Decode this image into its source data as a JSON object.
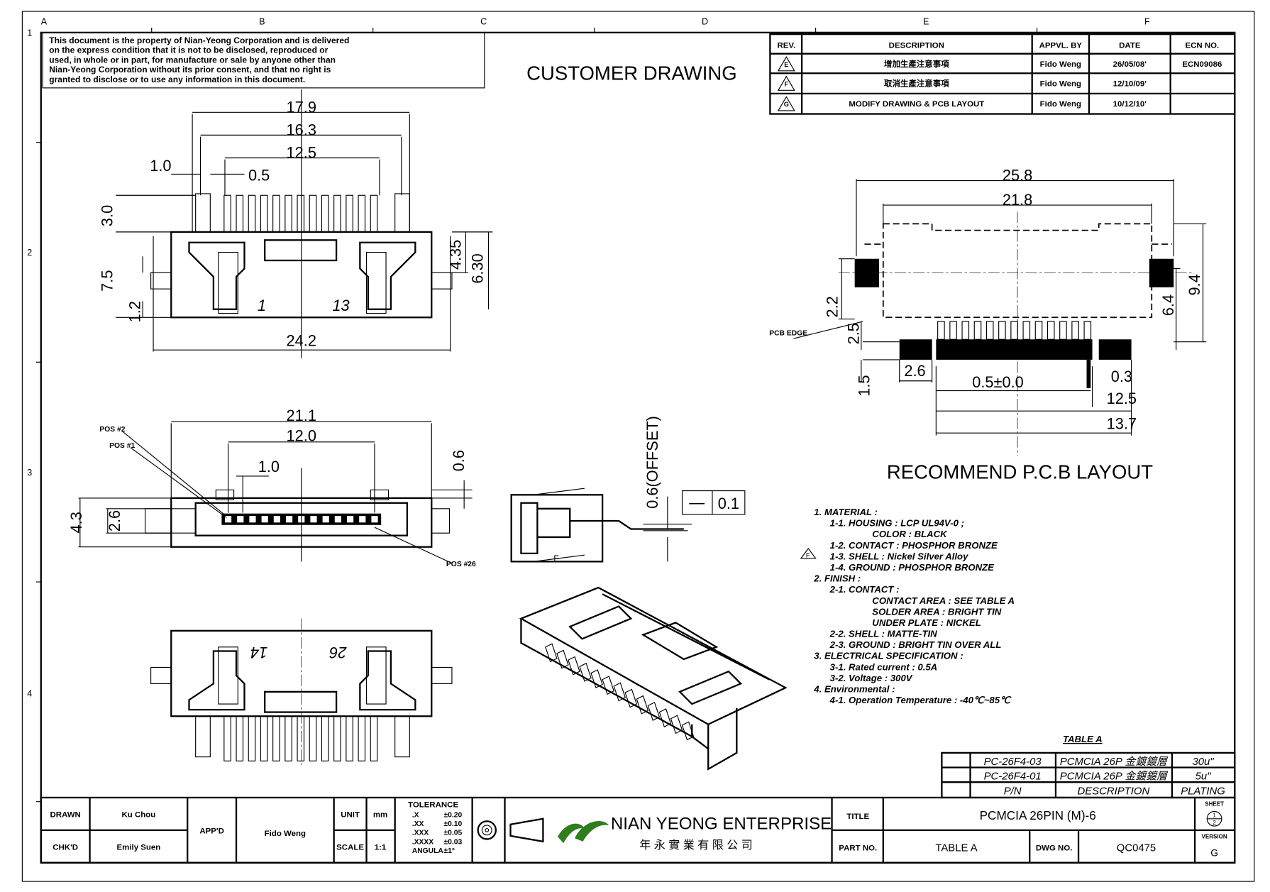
{
  "frame": {
    "columns": [
      "A",
      "B",
      "C",
      "D",
      "E",
      "F"
    ],
    "rows": [
      "1",
      "2",
      "3",
      "4"
    ]
  },
  "disclaimer": [
    "This document is the property of Nian-Yeong Corporation and is delivered",
    "on  the  express condition that it is not to be disclosed, reproduced or",
    "used, in whole or in part, for manufacture or sale by anyone other than",
    "Nian-Yeong Corporation without  its prior consent, and that  no right  is",
    "granted to disclose or to use any information in this  document."
  ],
  "heading": "CUSTOMER DRAWING",
  "revisions": {
    "headers": [
      "REV.",
      "DESCRIPTION",
      "APPVL. BY",
      "DATE",
      "ECN NO."
    ],
    "rows": [
      {
        "rev": "E",
        "description": "增加生產注意事項",
        "by": "Fido Weng",
        "date": "26/05/08'",
        "ecn": "ECN09086"
      },
      {
        "rev": "F",
        "description": "取消生產注意事項",
        "by": "Fido Weng",
        "date": "12/10/09'",
        "ecn": ""
      },
      {
        "rev": "G",
        "description": "MODIFY DRAWING & PCB LAYOUT",
        "by": "Fido Weng",
        "date": "10/12/10'",
        "ecn": ""
      }
    ]
  },
  "top_view": {
    "dims": {
      "w179": "17.9",
      "w163": "16.3",
      "w125": "12.5",
      "w10": "1.0",
      "w05": "0.5",
      "h30": "3.0",
      "h75": "7.5",
      "h12": "1.2",
      "w242": "24.2",
      "h435": "4.35",
      "h630": "6.30"
    },
    "pin_labels": {
      "first": "1",
      "last": "13"
    }
  },
  "front_view": {
    "dims": {
      "w211": "21.1",
      "w120": "12.0",
      "w10": "1.0",
      "h06": "0.6",
      "h43": "4.3",
      "h26": "2.6"
    },
    "callouts": {
      "pos2": "POS #2",
      "pos1": "POS #1",
      "pos26": "POS #26"
    }
  },
  "side_view": {
    "offset_dim": "0.6(OFFSET)",
    "flatness_symbol": "—",
    "flatness_value": "0.1",
    "rev_marker": "F"
  },
  "bottom_view": {
    "pin_labels": {
      "first": "14",
      "last": "26"
    }
  },
  "pcb_layout": {
    "title": "RECOMMEND P.C.B LAYOUT",
    "pcb_edge": "PCB EDGE",
    "dims": {
      "w258": "25.8",
      "w218": "21.8",
      "h94": "9.4",
      "h64": "6.4",
      "h22": "2.2",
      "h25": "2.5",
      "w26": "2.6",
      "pitch": "0.5±0.0",
      "w03": "0.3",
      "w125": "12.5",
      "w137": "13.7",
      "h15": "1.5"
    }
  },
  "notes": [
    "1. MATERIAL :",
    "   1-1. HOUSING : LCP UL94V-0 ;",
    "           COLOR : BLACK",
    "   1-2. CONTACT : PHOSPHOR BRONZE",
    "   1-3. SHELL : Nickel Silver Alloy",
    "   1-4. GROUND : PHOSPHOR BRONZE",
    "2. FINISH :",
    "   2-1. CONTACT :",
    "           CONTACT AREA : SEE TABLE A",
    "           SOLDER AREA : BRIGHT TIN",
    "           UNDER PLATE : NICKEL",
    "   2-2. SHELL : MATTE-TIN",
    "   2-3. GROUND : BRIGHT TIN OVER ALL",
    "3. ELECTRICAL SPECIFICATION :",
    "   3-1. Rated current : 0.5A",
    "   3-2. Voltage : 300V",
    "4. Environmental :",
    "   4-1. Operation Temperature : -40℃~85℃"
  ],
  "notes_rev_marker": "F",
  "table_a": {
    "title": "TABLE A",
    "rows": [
      {
        "pn": "PC-26F4-03",
        "description": "PCMCIA 26P 金鍍鍍層",
        "plating": "30u\""
      },
      {
        "pn": "PC-26F4-01",
        "description": "PCMCIA 26P 金鍍鍍層",
        "plating": "5u\""
      }
    ],
    "headers": {
      "pn": "P/N",
      "description": "DESCRIPTION",
      "plating": "PLATING"
    }
  },
  "title_block": {
    "drawn_label": "DRAWN",
    "drawn": "Ku Chou",
    "checked_label": "CHK'D",
    "checked": "Emily Suen",
    "approved_label": "APP'D",
    "approved": "Fido Weng",
    "unit_label": "UNIT",
    "unit": "mm",
    "scale_label": "SCALE",
    "scale": "1:1",
    "tolerance": {
      "title": "TOLERANCE",
      "rows": [
        [
          ".X",
          "±0.20"
        ],
        [
          ".XX",
          "±0.10"
        ],
        [
          ".XXX",
          "±0.05"
        ],
        [
          ".XXXX",
          "±0.03"
        ],
        [
          "ANGULA",
          "±1°"
        ]
      ]
    },
    "company": "NIAN YEONG ENTERPRISE",
    "company_cn": "年 永 實 業 有 限 公 司",
    "title_label": "TITLE",
    "title": "PCMCIA 26PIN (M)-6",
    "part_label": "PART NO.",
    "part": "TABLE A",
    "dwg_label": "DWG NO.",
    "dwg": "QC0475",
    "sheet_label": "SHEET",
    "sheet_num": "1",
    "sheet_total": "2",
    "version_label": "VERSION",
    "version": "G",
    "logo_color": "#2e7d1e"
  }
}
